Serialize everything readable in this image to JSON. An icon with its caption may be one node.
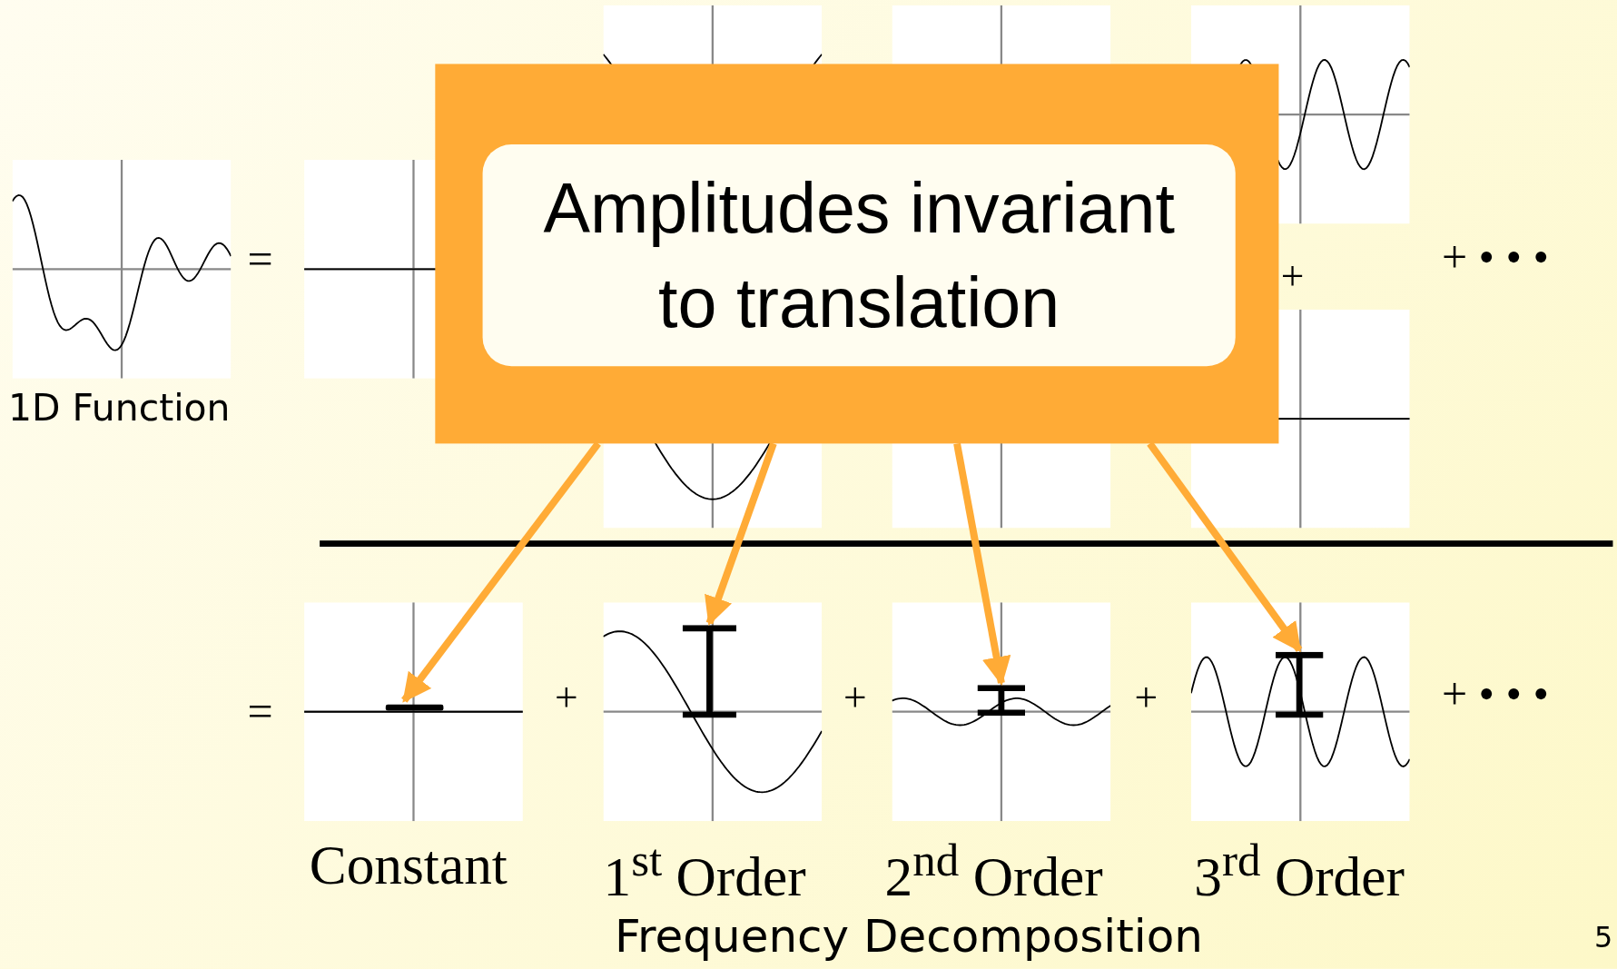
{
  "diagram": {
    "nodes": [
      {
        "text": [
          "Amplitudes invariant to translation"
        ]
      },
      {
        "text": [],
        "shape": "bar"
      },
      {
        "text": [],
        "shape": "bar"
      },
      {
        "text": [],
        "shape": "bar"
      },
      {
        "text": [],
        "shape": "bar"
      }
    ],
    "edges": [
      {
        "from": 0,
        "to": 1,
        "arrow": "to"
      },
      {
        "from": 0,
        "to": 2,
        "arrow": "to"
      },
      {
        "from": 0,
        "to": 3,
        "arrow": "to"
      },
      {
        "from": 0,
        "to": 4,
        "arrow": "to"
      }
    ],
    "labels": [
      "+ • • •",
      "=",
      "+",
      "1D Function",
      "=",
      "+",
      "+",
      "+",
      "+ • • •",
      "Constant",
      "1$^{st}$ Order",
      "2$^{nd}$ Order",
      "3$^{rd}$ Order",
      "Frequency Decomposition",
      "5"
    ]
  }
}
